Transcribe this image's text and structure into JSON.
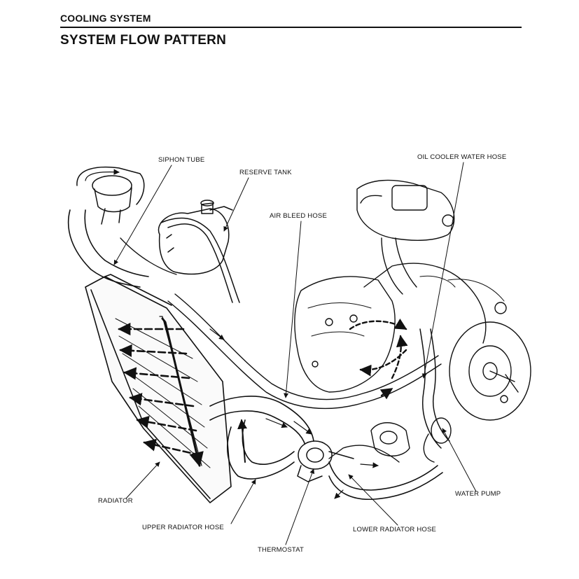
{
  "header": {
    "section": "COOLING SYSTEM",
    "title": "SYSTEM FLOW PATTERN"
  },
  "labels": {
    "siphon_tube": "SIPHON TUBE",
    "reserve_tank": "RESERVE TANK",
    "air_bleed_hose": "AIR BLEED HOSE",
    "oil_cooler_water_hose": "OIL COOLER WATER HOSE",
    "radiator": "RADIATOR",
    "upper_radiator_hose": "UPPER RADIATOR HOSE",
    "thermostat": "THERMOSTAT",
    "lower_radiator_hose": "LOWER RADIATOR HOSE",
    "water_pump": "WATER PUMP"
  }
}
